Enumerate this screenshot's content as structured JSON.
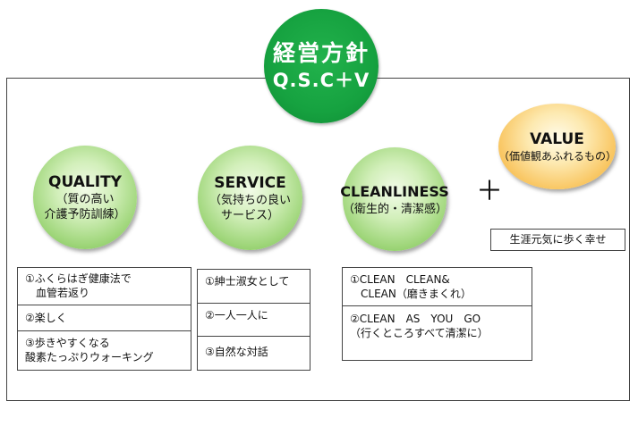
{
  "header": {
    "title": "経営方針",
    "subtitle": "Q.S.C＋V"
  },
  "pillars": {
    "quality": {
      "title": "QUALITY",
      "subtitle": "（質の高い\n介護予防訓練）",
      "items": [
        "①ふくらはぎ健康法で\n　血管若返り",
        "②楽しく",
        "③歩きやすくなる\n酸素たっぷりウォーキング"
      ]
    },
    "service": {
      "title": "SERVICE",
      "subtitle": "（気持ちの良い\nサービス）",
      "items": [
        "①紳士淑女として",
        "②一人一人に",
        "③自然な対話"
      ]
    },
    "cleanliness": {
      "title": "CLEANLINESS",
      "subtitle": "（衛生的・清潔感）",
      "items": [
        "①CLEAN　CLEAN&\n　CLEAN（磨きまくれ）",
        "②CLEAN　AS　YOU　GO\n（行くところすべて清潔に）"
      ]
    },
    "value": {
      "title": "VALUE",
      "subtitle": "（価値観あふれるもの）",
      "items": [
        "生涯元気に歩く幸せ"
      ]
    }
  },
  "plus_sign": "＋",
  "colors": {
    "header_circle": "#16a240",
    "pillar_circle": "#9fd67a",
    "value_circle": "#f9c764",
    "border": "#444444"
  }
}
